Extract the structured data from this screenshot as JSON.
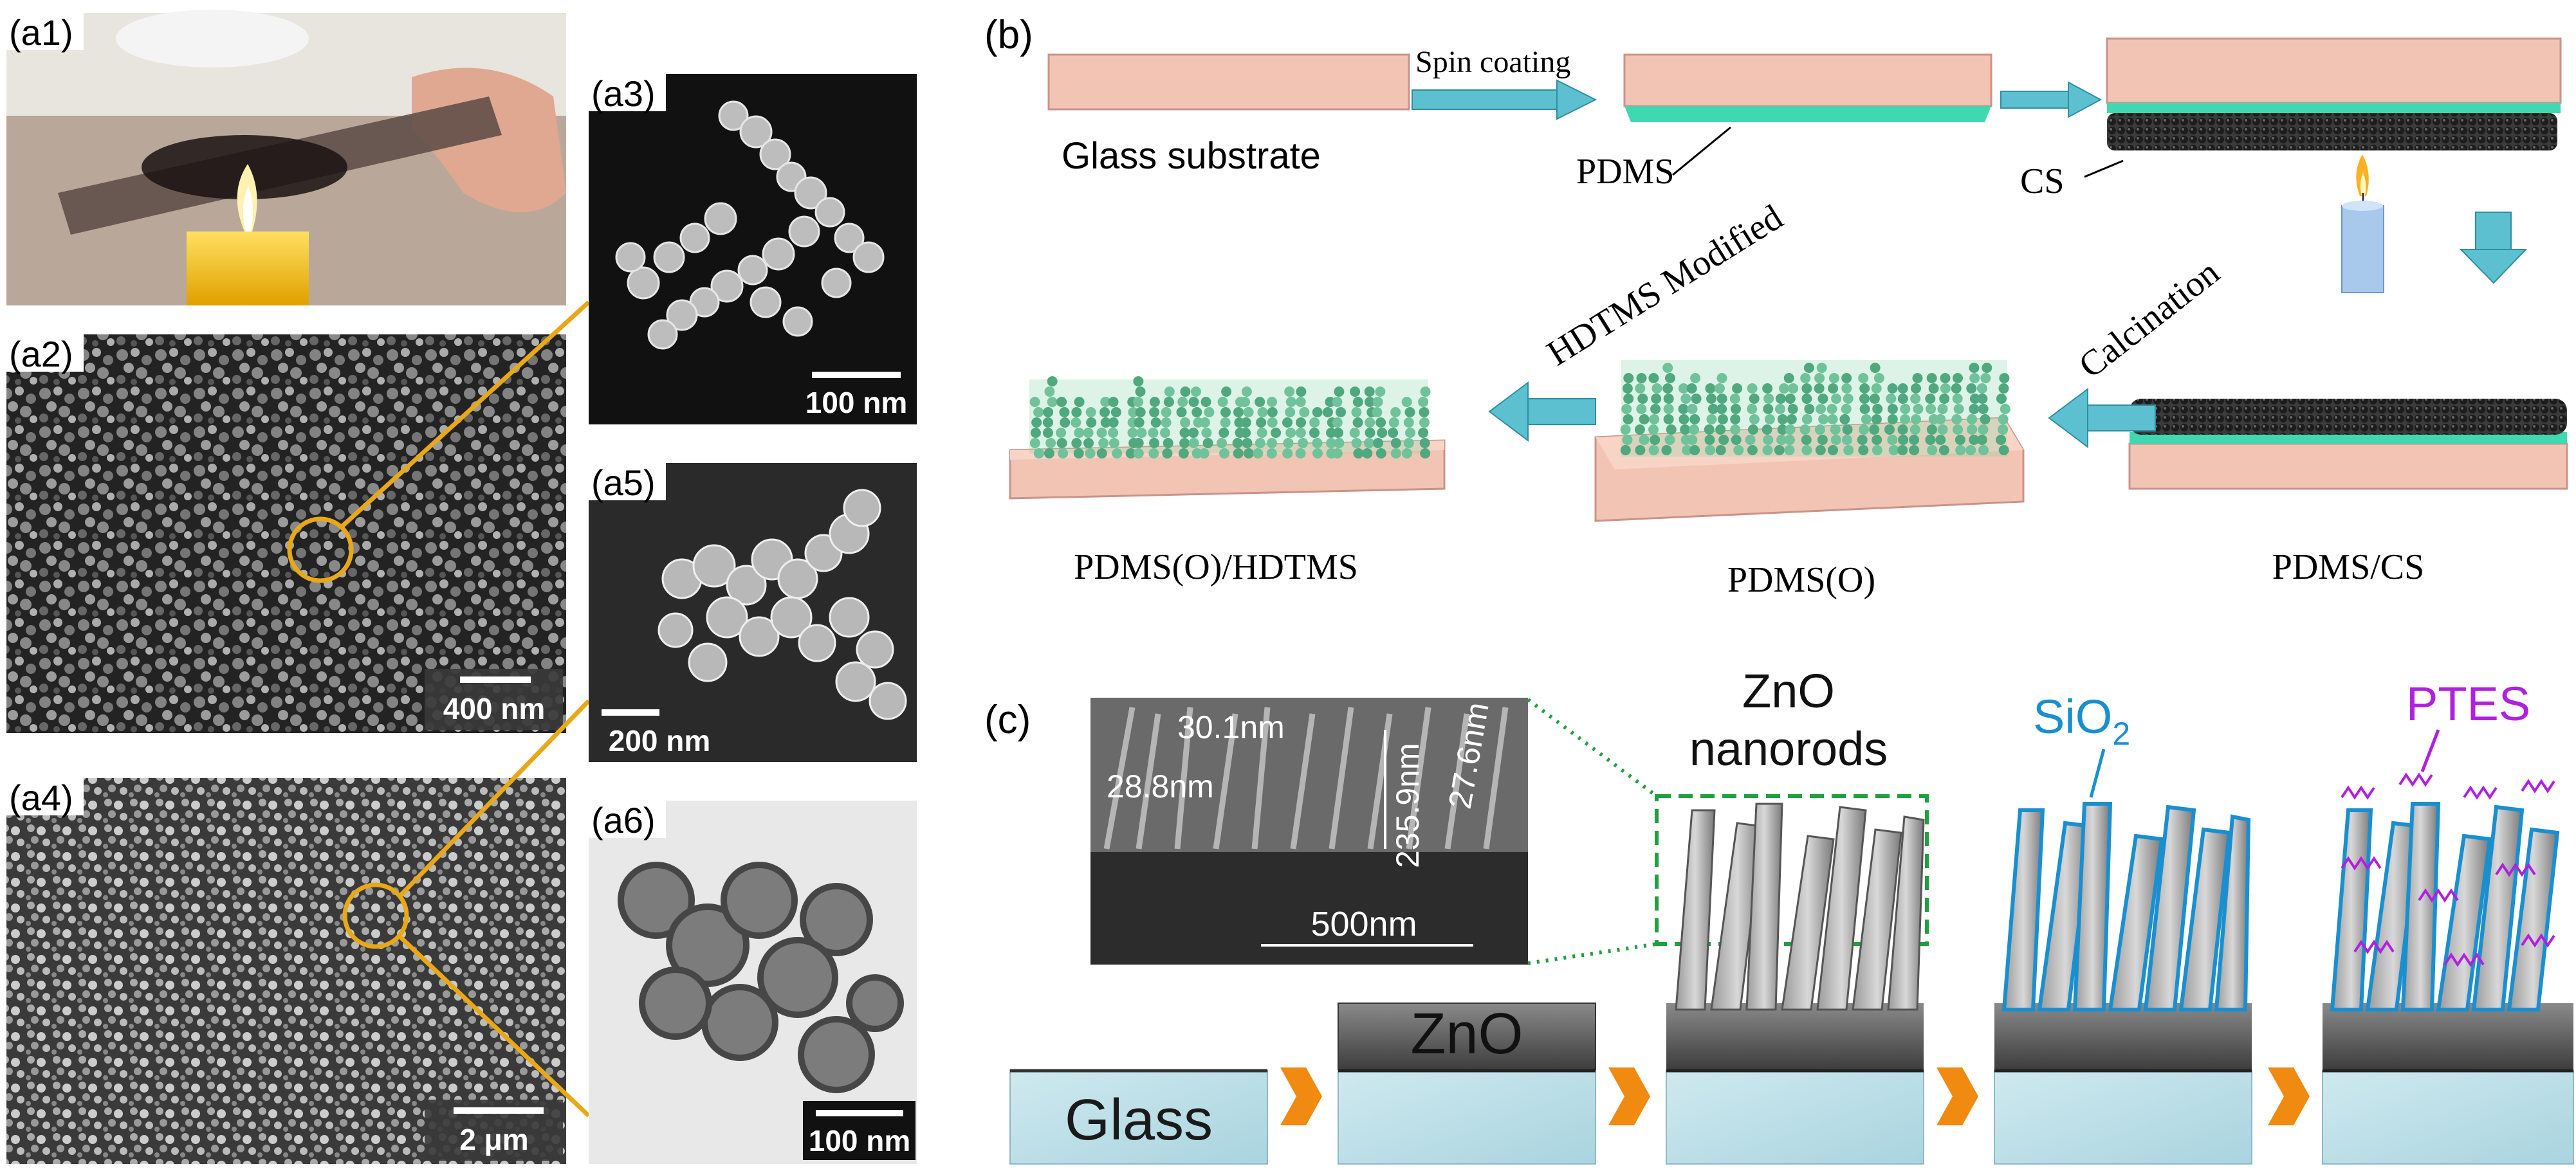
{
  "panels": {
    "a1": {
      "label": "(a1)"
    },
    "a2": {
      "label": "(a2)",
      "scale": "400 nm"
    },
    "a3": {
      "label": "(a3)",
      "scale": "100 nm"
    },
    "a4": {
      "label": "(a4)",
      "scale": "2 μm"
    },
    "a5": {
      "label": "(a5)",
      "scale": "200 nm"
    },
    "a6": {
      "label": "(a6)",
      "scale": "100 nm"
    },
    "b": {
      "label": "(b)",
      "spin_coating": "Spin coating",
      "glass_substrate": "Glass substrate",
      "pdms": "PDMS",
      "cs": "CS",
      "hdtms_modified": "HDTMS Modified",
      "calcination": "Calcination",
      "pdms_o_hdtms": "PDMS(O)/HDTMS",
      "pdms_o": "PDMS(O)",
      "pdms_cs": "PDMS/CS"
    },
    "c": {
      "label": "(c)",
      "glass": "Glass",
      "zno": "ZnO",
      "zno_nanorods_1": "ZnO",
      "zno_nanorods_2": "nanorods",
      "sio2_base": "SiO",
      "sio2_sub": "2",
      "ptes": "PTES",
      "inset": {
        "m1": "30.1nm",
        "m2": "28.8nm",
        "m3": "235.9nm",
        "m4": "27.6nm",
        "scale": "500nm"
      }
    }
  },
  "colors": {
    "highlight_circle": "#e8a818",
    "substrate_pink": "#f2c4b4",
    "pdms_teal": "#40d8b0",
    "flow_arrow_blue": "#5cc0d0",
    "process_arrow_orange": "#f08a10",
    "glass_blue": "#bfe0e8",
    "zno_dark": "#6a6a6a",
    "sio2_blue": "#1a8fd0",
    "ptes_purple": "#b020e0",
    "inset_green": "#20a040"
  }
}
